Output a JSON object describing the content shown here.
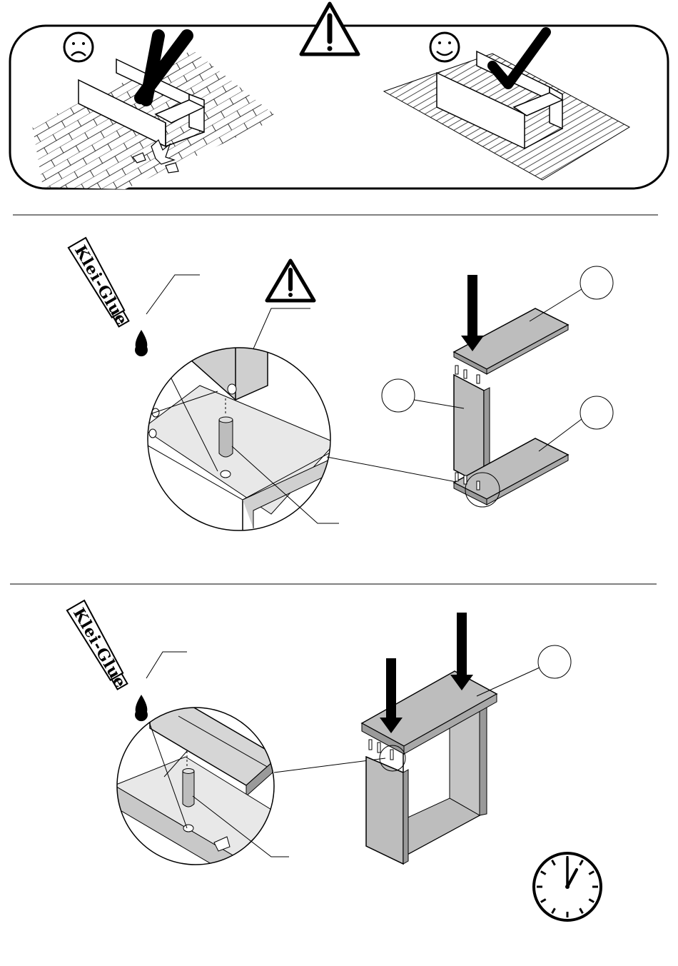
{
  "warning_panel": {
    "bad_face": "sad-face",
    "good_face": "smiley-face",
    "bad_surface": "tiled floor",
    "good_surface": "soft mat",
    "bad_mark": "cross",
    "good_mark": "check"
  },
  "glue_tube": {
    "brand": "Klei-Glue"
  },
  "steps": [
    {
      "part_callouts": [
        "",
        "",
        ""
      ],
      "arrows": 1
    },
    {
      "part_callouts": [
        ""
      ],
      "arrows": 2
    }
  ],
  "clock": {
    "icon": "clock-icon",
    "hand_hour": 1,
    "hand_minute": 0
  },
  "colors": {
    "ink": "#000000",
    "panel_fill": "#bdbdbd",
    "panel_dark": "#9a9a9a",
    "paper": "#ffffff"
  }
}
